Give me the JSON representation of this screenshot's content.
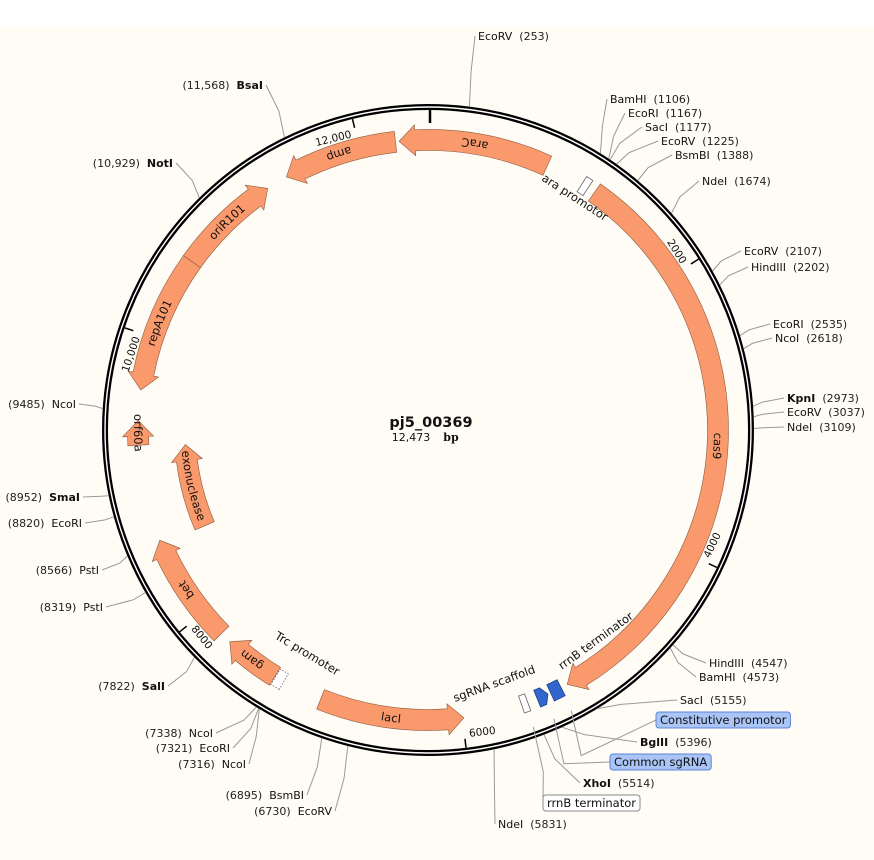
{
  "plasmid": {
    "name": "pj5_00369",
    "length_label": "12,473",
    "length_unit": "bp",
    "length": 12473
  },
  "colors": {
    "feature": "#fa9a6c",
    "feature_stroke": "#8a5a40",
    "blue_feature": "#3366cc",
    "highlight_box": "#a9c4f5",
    "highlight_border": "#5b84d6",
    "backbone": "#000000"
  },
  "ticks": [
    {
      "bp": 2000,
      "label": "2000"
    },
    {
      "bp": 4000,
      "label": "4000"
    },
    {
      "bp": 6000,
      "label": "6000"
    },
    {
      "bp": 8000,
      "label": "8000"
    },
    {
      "bp": 10000,
      "label": "10,000"
    },
    {
      "bp": 12000,
      "label": "12,000"
    }
  ],
  "features": [
    {
      "name": "araC",
      "start": 12275,
      "end": 842,
      "direction": "reverse",
      "lane": 1
    },
    {
      "name": "amp",
      "start": 11460,
      "end": 12250,
      "direction": "reverse",
      "lane": 1
    },
    {
      "name": "oriR101",
      "start": 10585,
      "end": 11310,
      "direction": "forward",
      "lane": 1
    },
    {
      "name": "repA101",
      "start": 9630,
      "end": 10585,
      "direction": "reverse",
      "lane": 1
    },
    {
      "name": "orf60a",
      "start": 9250,
      "end": 9420,
      "direction": "forward",
      "lane": 1
    },
    {
      "name": "exonuclease",
      "start": 8550,
      "end": 9235,
      "direction": "forward",
      "lane": 2
    },
    {
      "name": "bet",
      "start": 7810,
      "end": 8580,
      "direction": "forward",
      "lane": 1
    },
    {
      "name": "gam",
      "start": 7340,
      "end": 7730,
      "direction": "forward",
      "lane": 1
    },
    {
      "name": "lacI",
      "start": 5990,
      "end": 6990,
      "direction": "reverse",
      "lane": 1
    },
    {
      "name": "cas9",
      "start": 1213,
      "end": 5243,
      "direction": "forward",
      "lane": 1
    }
  ],
  "small_features": [
    {
      "name": "ara promotor",
      "start": 1110,
      "end": 1160,
      "style": "open-box"
    },
    {
      "name": "rrnB terminator",
      "start": 5290,
      "end": 5370,
      "style": "blue-box"
    },
    {
      "name": "Common sgRNA",
      "start": 5390,
      "end": 5470,
      "style": "blue-arrow"
    },
    {
      "name": "sgRNA scaffold",
      "start": 5540,
      "end": 5585,
      "style": "open-box"
    },
    {
      "name": "Trc promoter",
      "start": 7270,
      "end": 7335,
      "style": "dotted-box"
    }
  ],
  "sites": [
    {
      "name": "EcoRV",
      "pos": "253",
      "bold": false
    },
    {
      "name": "BamHI",
      "pos": "1106",
      "bold": false
    },
    {
      "name": "EcoRI",
      "pos": "1167",
      "bold": false
    },
    {
      "name": "SacI",
      "pos": "1177",
      "bold": false
    },
    {
      "name": "EcoRV",
      "pos": "1225",
      "bold": false
    },
    {
      "name": "BsmBI",
      "pos": "1388",
      "bold": false
    },
    {
      "name": "NdeI",
      "pos": "1674",
      "bold": false
    },
    {
      "name": "EcoRV",
      "pos": "2107",
      "bold": false
    },
    {
      "name": "HindIII",
      "pos": "2202",
      "bold": false
    },
    {
      "name": "EcoRI",
      "pos": "2535",
      "bold": false
    },
    {
      "name": "NcoI",
      "pos": "2618",
      "bold": false
    },
    {
      "name": "KpnI",
      "pos": "2973",
      "bold": true
    },
    {
      "name": "EcoRV",
      "pos": "3037",
      "bold": false
    },
    {
      "name": "NdeI",
      "pos": "3109",
      "bold": false
    },
    {
      "name": "HindIII",
      "pos": "4547",
      "bold": false
    },
    {
      "name": "BamHI",
      "pos": "4573",
      "bold": false
    },
    {
      "name": "SacI",
      "pos": "5155",
      "bold": false
    },
    {
      "name": "BglII",
      "pos": "5396",
      "bold": true
    },
    {
      "name": "XhoI",
      "pos": "5514",
      "bold": true
    },
    {
      "name": "NdeI",
      "pos": "5831",
      "bold": false
    },
    {
      "name": "EcoRV",
      "pos": "6730",
      "bold": false
    },
    {
      "name": "BsmBI",
      "pos": "6895",
      "bold": false
    },
    {
      "name": "NcoI",
      "pos": "7316",
      "bold": false
    },
    {
      "name": "EcoRI",
      "pos": "7321",
      "bold": false
    },
    {
      "name": "NcoI",
      "pos": "7338",
      "bold": false
    },
    {
      "name": "SalI",
      "pos": "7822",
      "bold": true
    },
    {
      "name": "PstI",
      "pos": "8319",
      "bold": false
    },
    {
      "name": "PstI",
      "pos": "8566",
      "bold": false
    },
    {
      "name": "EcoRI",
      "pos": "8820",
      "bold": false
    },
    {
      "name": "SmaI",
      "pos": "8952",
      "bold": true
    },
    {
      "name": "NcoI",
      "pos": "9485",
      "bold": false
    },
    {
      "name": "NotI",
      "pos": "10,929",
      "bold": true
    },
    {
      "name": "BsaI",
      "pos": "11,568",
      "bold": true
    }
  ],
  "feature_callouts": [
    {
      "label": "Constitutive promotor",
      "bp": 5300,
      "style": "highlight"
    },
    {
      "label": "Common sgRNA",
      "bp": 5420,
      "style": "highlight"
    },
    {
      "label": "rrnB terminator",
      "bp": 5560,
      "style": "plain"
    }
  ]
}
